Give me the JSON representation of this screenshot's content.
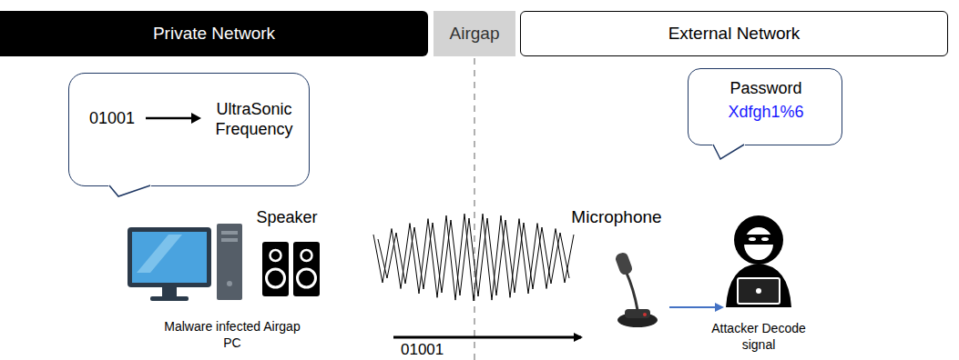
{
  "diagram": {
    "nodes": [
      {
        "text": [
          "Private Network"
        ]
      },
      {
        "text": [
          "Airgap"
        ]
      },
      {
        "text": [
          "External Network"
        ]
      },
      {
        "text": [
          "01001",
          "UltraSonic Frequency"
        ]
      },
      {
        "text": [
          "Password",
          "Xdfgh1%6"
        ]
      }
    ],
    "labels": [
      "Speaker",
      "Malware infected Airgap PC",
      "01001",
      "Microphone",
      "Attacker Decode signal"
    ]
  }
}
